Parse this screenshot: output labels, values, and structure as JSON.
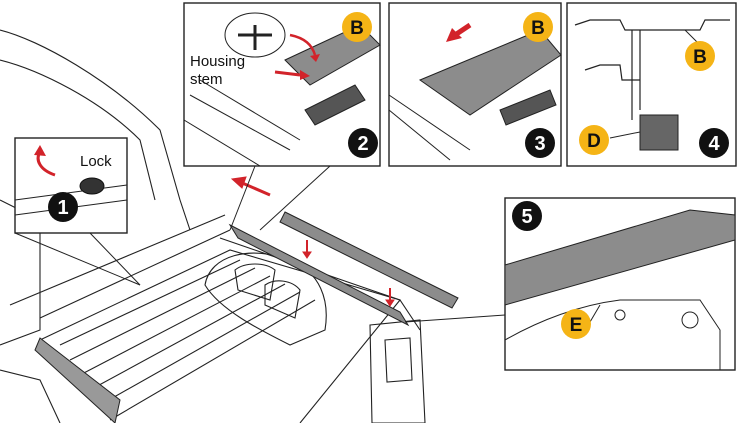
{
  "labels": {
    "lock": "Lock",
    "housing_stem": "Housing\nstem"
  },
  "steps": [
    "1",
    "2",
    "3",
    "4",
    "5"
  ],
  "parts": [
    "B",
    "B",
    "B",
    "D",
    "E"
  ],
  "colors": {
    "badge_yellow": "#f5b416",
    "arrow_red": "#d2232a",
    "line": "#222222",
    "rail_gray": "#8c8c8c",
    "step_black": "#111111"
  }
}
